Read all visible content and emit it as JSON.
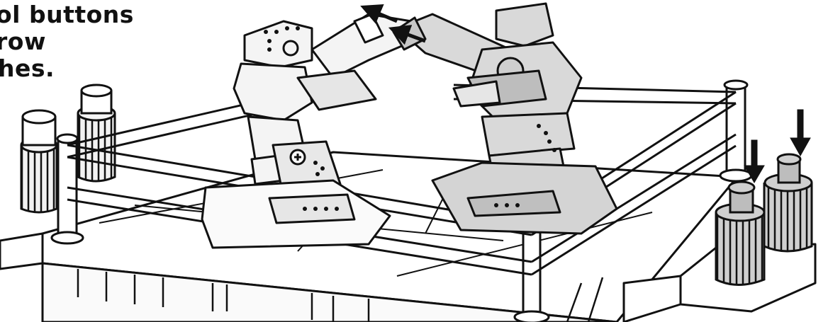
{
  "caption": {
    "line1": "ol buttons",
    "line2": "row",
    "line3": "hes."
  },
  "colors": {
    "ink": "#111111",
    "robot_left_fill": "#f4f4f4",
    "robot_right_fill": "#d9d9d9",
    "ring_fill": "#ffffff"
  },
  "illustration": {
    "subject": "two robot boxers in a toy boxing ring",
    "arrows": [
      "arm-push-arrow-upper",
      "arm-push-arrow-lower",
      "button-press-arrow-left",
      "button-press-arrow-right"
    ]
  }
}
